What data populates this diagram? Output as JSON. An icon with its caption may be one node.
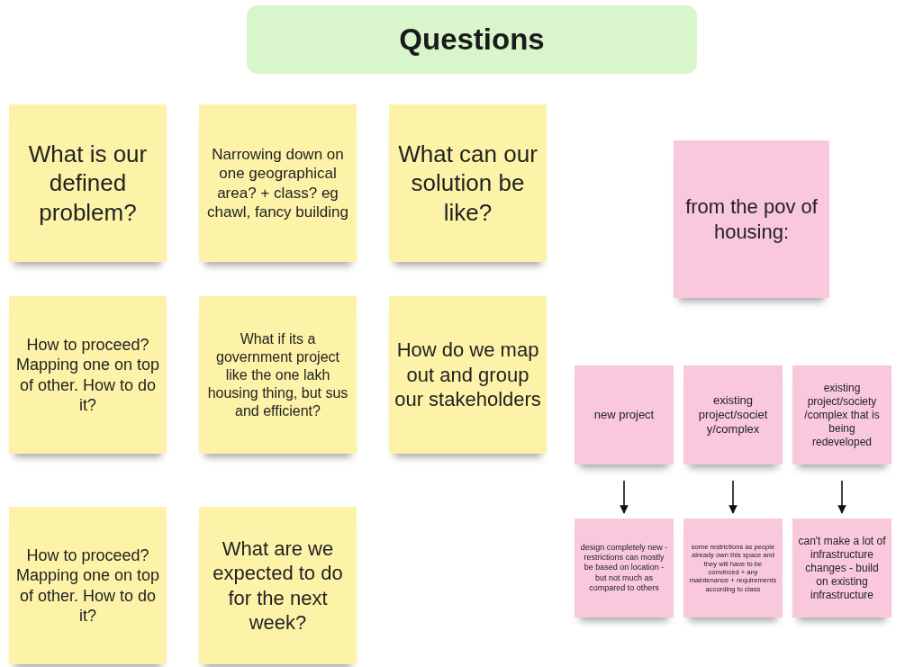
{
  "diagram": {
    "title": "Questions",
    "nodes": [
      {
        "text": [
          "What is our defined problem?"
        ]
      },
      {
        "text": [
          "Narrowing down on one geographical area? + class? eg chawl, fancy building"
        ]
      },
      {
        "text": [
          "What can our solution be like?"
        ]
      },
      {
        "text": [
          "How to proceed? Mapping one on top of other. How to do it?"
        ]
      },
      {
        "text": [
          "What if its a government project like the one lakh housing thing, but sus and efficient?"
        ]
      },
      {
        "text": [
          "How do we map out and group our stakeholders"
        ]
      },
      {
        "text": [
          "How to proceed? Mapping one on top of other. How to do it?"
        ]
      },
      {
        "text": [
          "What are we expected to do for the next week?"
        ]
      },
      {
        "text": [
          "from the pov of housing:"
        ]
      },
      {
        "text": [
          "new project"
        ]
      },
      {
        "text": [
          "existing project/societ y/complex"
        ]
      },
      {
        "text": [
          "existing project/society /complex that is being redeveloped"
        ]
      },
      {
        "text": [
          "design completely new - restrictions can mostly be based on location - but not much as compared to others"
        ]
      },
      {
        "text": [
          "some restrictions as people already own this space and they will have to be convinced + any maintenance + requirements according to class"
        ]
      },
      {
        "text": [
          "can't make a lot of infrastructure changes - build on existing infrastructure"
        ]
      }
    ],
    "edges": [
      {
        "from": 9,
        "to": 12,
        "arrow": "to"
      },
      {
        "from": 10,
        "to": 13,
        "arrow": "to"
      },
      {
        "from": 11,
        "to": 14,
        "arrow": "to"
      }
    ]
  }
}
